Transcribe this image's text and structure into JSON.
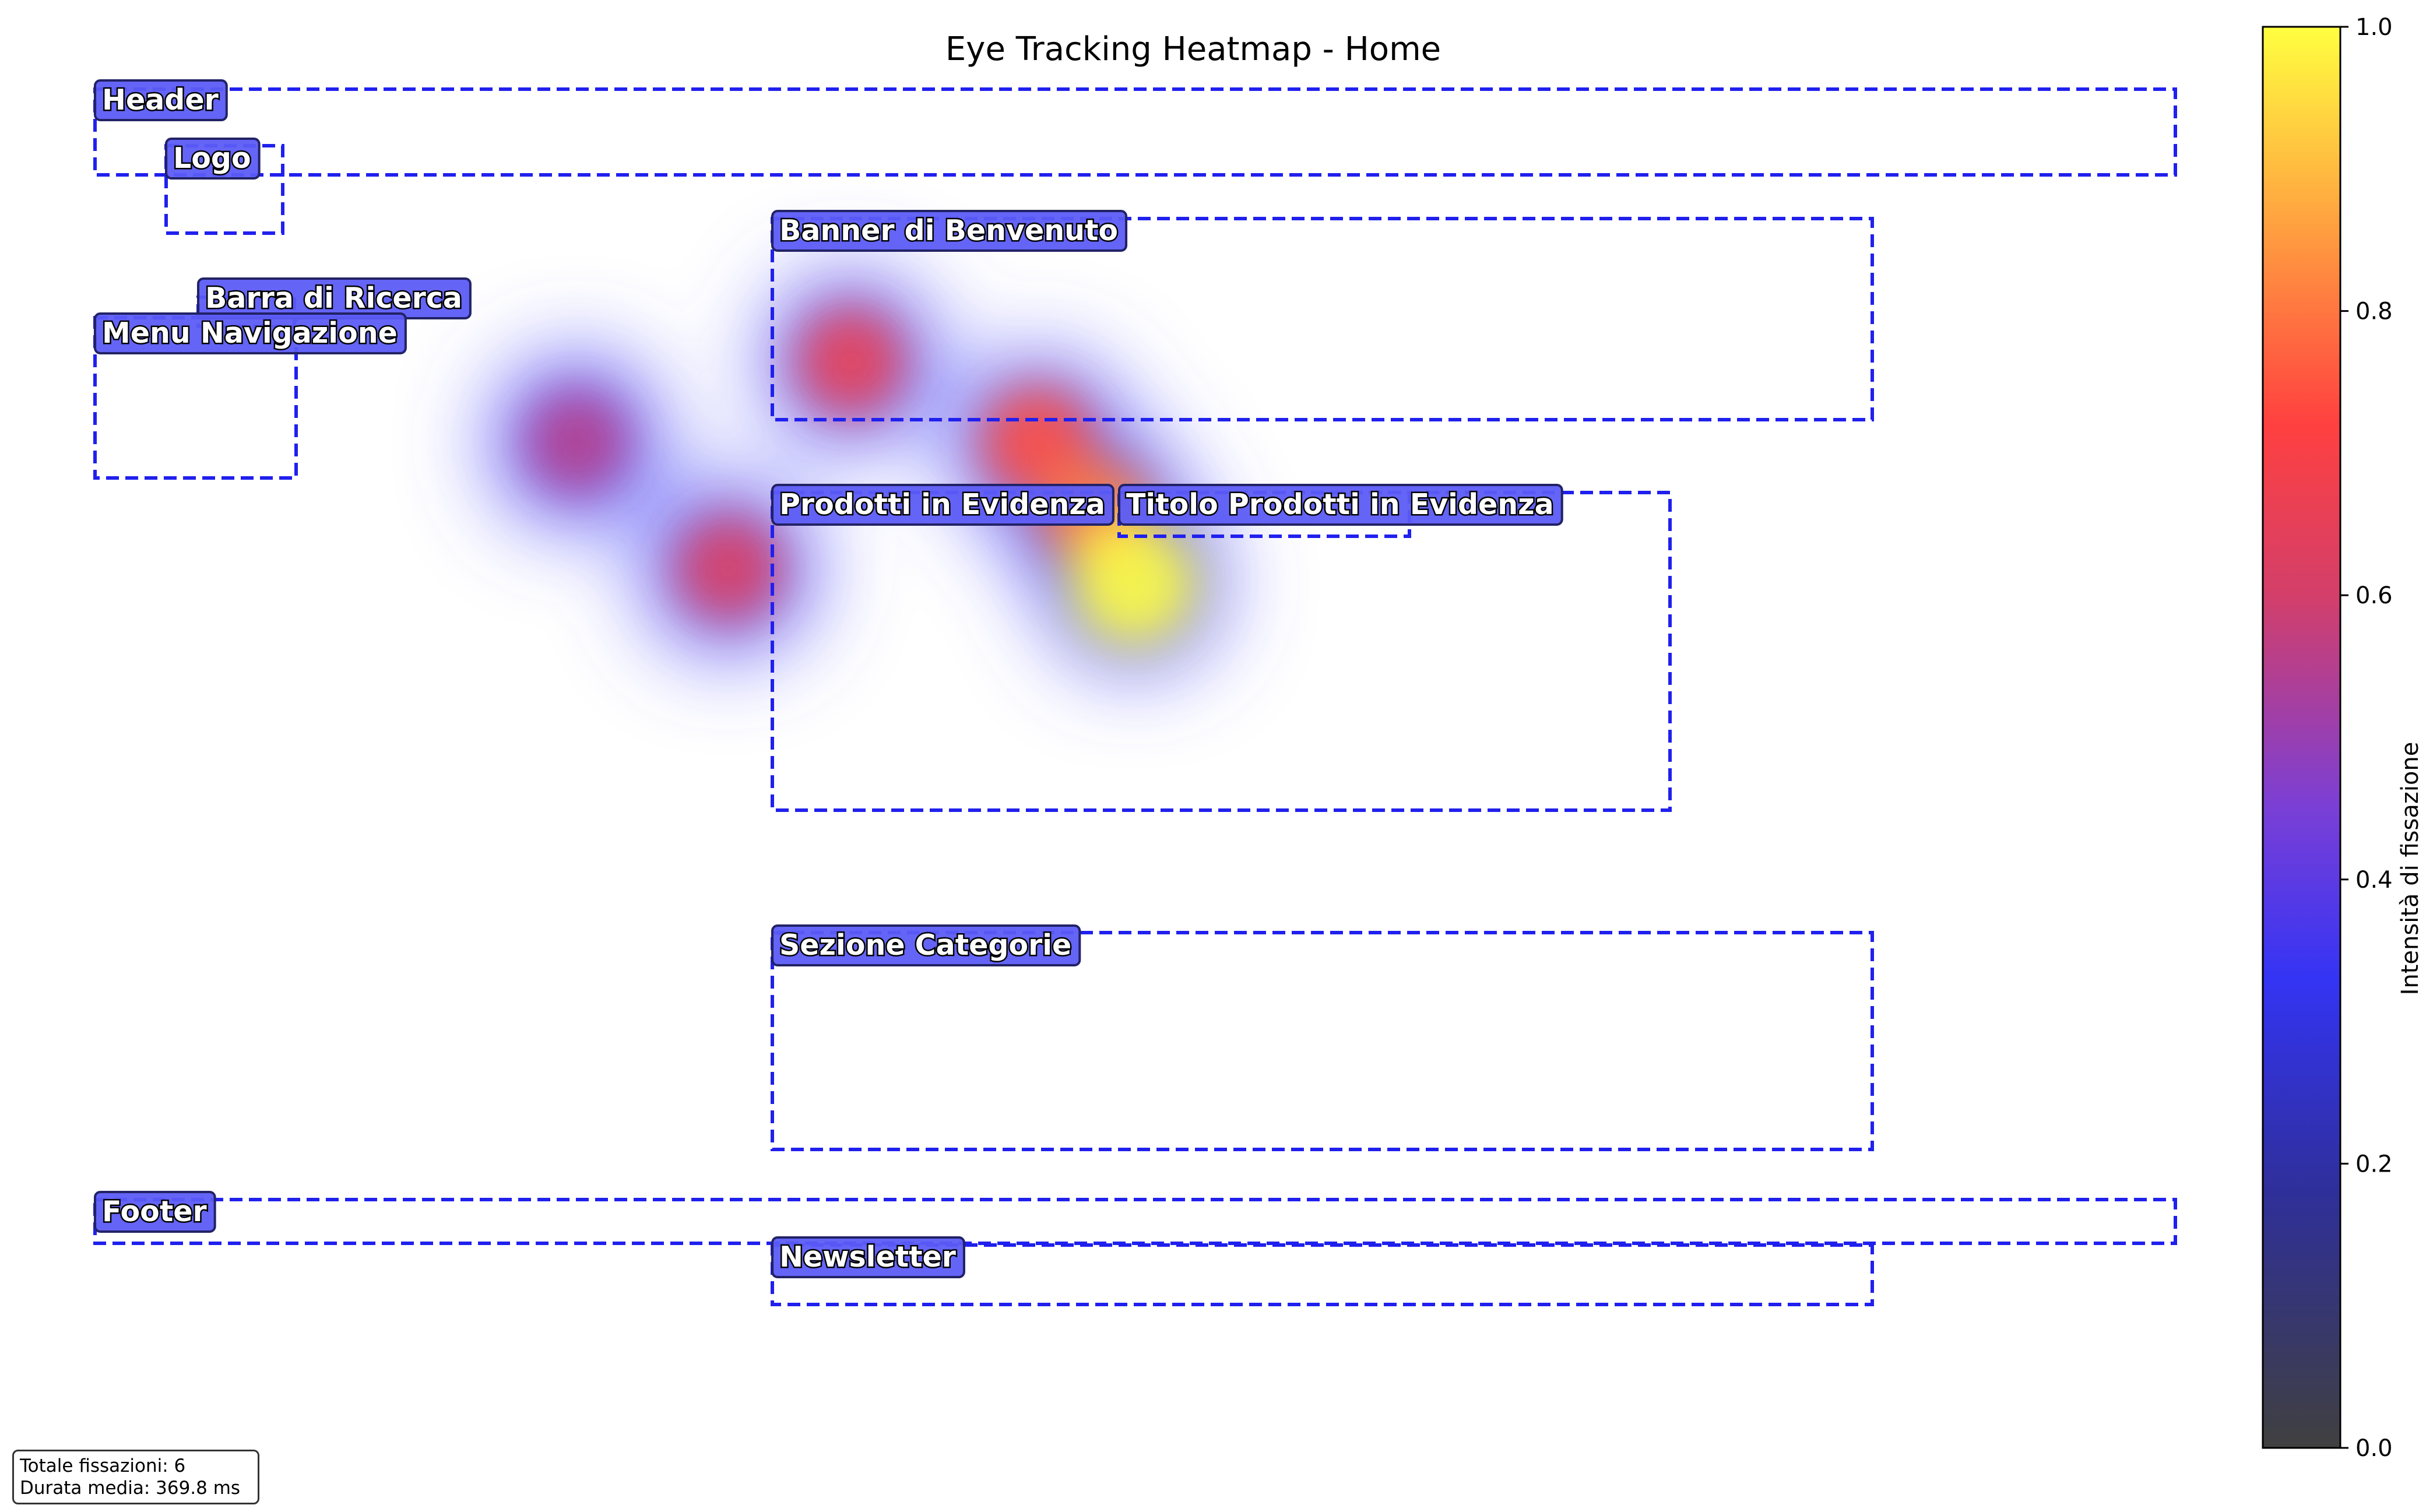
{
  "chart_data": {
    "type": "heatmap",
    "title": "Eye Tracking Heatmap - Home",
    "colorbar": {
      "label": "Intensità di fissazione",
      "range": [
        0,
        1
      ],
      "ticks": [
        "0.0",
        "0.2",
        "0.4",
        "0.6",
        "0.8",
        "1.0"
      ],
      "stops": [
        {
          "v": 0.0,
          "c": "#404040"
        },
        {
          "v": 0.18,
          "c": "#2f2f9a"
        },
        {
          "v": 0.33,
          "c": "#3434f4"
        },
        {
          "v": 0.45,
          "c": "#7a3fd6"
        },
        {
          "v": 0.6,
          "c": "#d33f6a"
        },
        {
          "v": 0.72,
          "c": "#ff4040"
        },
        {
          "v": 0.86,
          "c": "#ffa040"
        },
        {
          "v": 1.0,
          "c": "#ffff40"
        }
      ]
    },
    "fixation_intensities": [
      0.55,
      0.62,
      0.66,
      0.74,
      0.8,
      1.0
    ],
    "regions": [
      {
        "name": "Header"
      },
      {
        "name": "Logo"
      },
      {
        "name": "Barra di Ricerca"
      },
      {
        "name": "Menu Navigazione"
      },
      {
        "name": "Banner di Benvenuto"
      },
      {
        "name": "Prodotti in Evidenza"
      },
      {
        "name": "Titolo Prodotti in Evidenza"
      },
      {
        "name": "Sezione Categorie"
      },
      {
        "name": "Footer"
      },
      {
        "name": "Newsletter"
      }
    ],
    "region_color": "#2020ee",
    "label_bg_color": "#5c5cf5"
  },
  "stats": {
    "fixations": "Totale fissazioni: 6",
    "avg_duration": "Durata media: 369.8 ms"
  }
}
